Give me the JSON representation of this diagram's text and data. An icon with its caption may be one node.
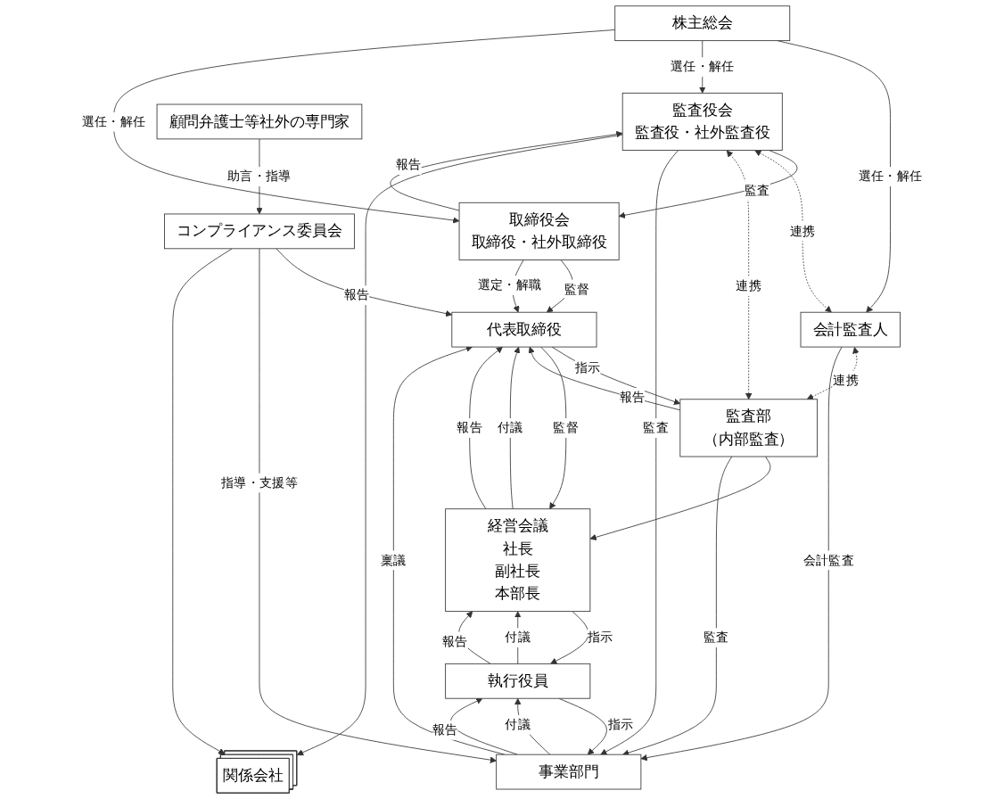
{
  "diagram": {
    "nodes": [
      {
        "text": [
          "株主総会"
        ]
      },
      {
        "text": [
          "会計監査人"
        ]
      },
      {
        "text": [
          "監査役会",
          "監査役・社外監査役"
        ]
      },
      {
        "text": [
          "取締役会",
          "取締役・社外取締役"
        ]
      },
      {
        "text": [
          "顧問弁護士等社外の専門家"
        ]
      },
      {
        "text": [
          "代表取締役"
        ]
      },
      {
        "text": [
          "コンプライアンス委員会"
        ]
      },
      {
        "text": [
          "監査部",
          "（内部監査）"
        ]
      },
      {
        "text": [
          "経営会議",
          "社長",
          "副社長",
          "本部長"
        ]
      },
      {
        "text": [
          "執行役員"
        ]
      },
      {
        "text": [
          "事業部門"
        ]
      },
      {
        "text": [
          "関係会社"
        ]
      }
    ],
    "edges": [
      {
        "from": 0,
        "to": 1,
        "arrow": "to",
        "label": "選任・解任"
      },
      {
        "from": 0,
        "to": 2,
        "arrow": "to",
        "label": "選任・解任"
      },
      {
        "from": 0,
        "to": 3,
        "arrow": "to",
        "label": "選任・解任"
      },
      {
        "from": 2,
        "to": 3,
        "arrow": "to",
        "label": "監査"
      },
      {
        "from": 3,
        "to": 2,
        "arrow": "to",
        "label": "報告"
      },
      {
        "from": 1,
        "to": 2,
        "arrow": "both",
        "label": "連携",
        "style": "dashed"
      },
      {
        "from": 3,
        "to": 5,
        "arrow": "to",
        "label": "監督"
      },
      {
        "from": 3,
        "to": 5,
        "arrow": "to",
        "label": "選定・解職"
      },
      {
        "from": 6,
        "to": 5,
        "arrow": "to",
        "label": "報告"
      },
      {
        "from": 4,
        "to": 6,
        "arrow": "to",
        "label": "助言・指導"
      },
      {
        "from": 2,
        "to": 7,
        "arrow": "both",
        "label": "連携",
        "style": "dashed"
      },
      {
        "from": 5,
        "to": 7,
        "arrow": "to",
        "label": "指示"
      },
      {
        "from": 5,
        "to": 8,
        "arrow": "to",
        "label": "監督"
      },
      {
        "from": 8,
        "to": 5,
        "arrow": "to",
        "label": "付議"
      },
      {
        "from": 8,
        "to": 5,
        "arrow": "to",
        "label": "報告"
      },
      {
        "from": 1,
        "to": 7,
        "arrow": "both",
        "label": "連携",
        "style": "dashed"
      },
      {
        "from": 7,
        "to": 5,
        "arrow": "to",
        "label": "報告"
      },
      {
        "from": 7,
        "to": 8,
        "arrow": "to"
      },
      {
        "from": 1,
        "to": 10,
        "arrow": "to",
        "label": "会計監査"
      },
      {
        "from": 9,
        "to": 8,
        "arrow": "to",
        "label": "付議"
      },
      {
        "from": 9,
        "to": 8,
        "arrow": "to",
        "label": "報告"
      },
      {
        "from": 8,
        "to": 9,
        "arrow": "to",
        "label": "指示"
      },
      {
        "from": 7,
        "to": 10,
        "arrow": "to",
        "label": "監査"
      },
      {
        "from": 2,
        "to": 10,
        "arrow": "to",
        "label": "監査"
      },
      {
        "from": 2,
        "to": 11,
        "arrow": "to"
      },
      {
        "from": 10,
        "to": 5,
        "arrow": "to",
        "label": "稟議"
      },
      {
        "from": 10,
        "to": 9,
        "arrow": "to",
        "label": "付議"
      },
      {
        "from": 10,
        "to": 9,
        "arrow": "to",
        "label": "報告"
      },
      {
        "from": 9,
        "to": 10,
        "arrow": "to",
        "label": "指示"
      },
      {
        "from": 6,
        "to": 10,
        "arrow": "to",
        "label": "指導・支援等"
      },
      {
        "from": 6,
        "to": 11,
        "arrow": "to"
      }
    ]
  }
}
